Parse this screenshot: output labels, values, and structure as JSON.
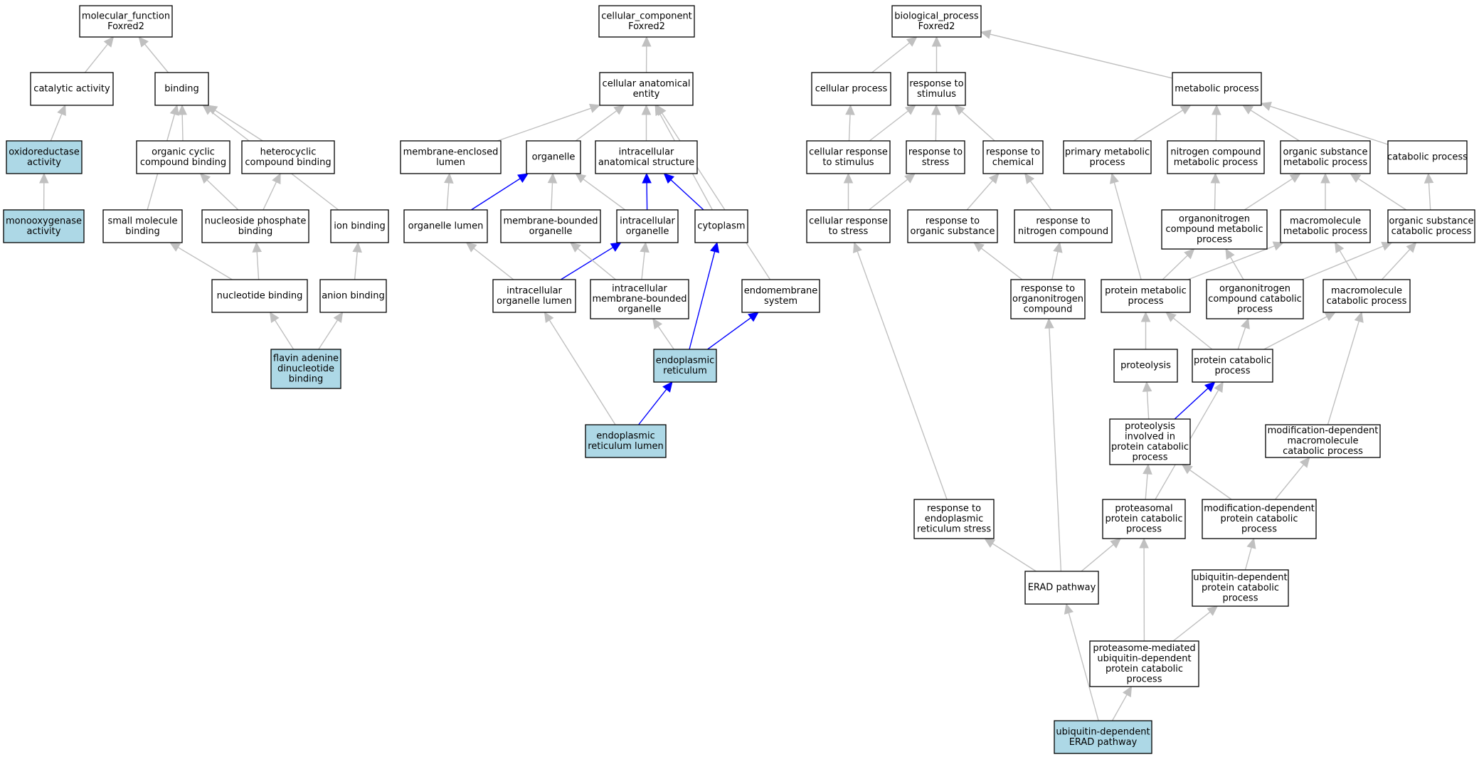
{
  "colors": {
    "highlight_fill": "#add8e6",
    "plain_fill": "#ffffff",
    "edge_gray": "#c0c0c0",
    "edge_blue": "#0000ff",
    "border": "#000000"
  },
  "nodes": [
    {
      "id": "mf_root",
      "lines": [
        "molecular_function",
        "Foxred2"
      ],
      "highlight": false
    },
    {
      "id": "catalytic",
      "lines": [
        "catalytic activity"
      ],
      "highlight": false
    },
    {
      "id": "binding",
      "lines": [
        "binding"
      ],
      "highlight": false
    },
    {
      "id": "oxidoreductase",
      "lines": [
        "oxidoreductase",
        "activity"
      ],
      "highlight": true
    },
    {
      "id": "monooxygenase",
      "lines": [
        "monooxygenase",
        "activity"
      ],
      "highlight": true
    },
    {
      "id": "org_cyclic",
      "lines": [
        "organic cyclic",
        "compound binding"
      ],
      "highlight": false
    },
    {
      "id": "heterocyclic",
      "lines": [
        "heterocyclic",
        "compound binding"
      ],
      "highlight": false
    },
    {
      "id": "small_mol",
      "lines": [
        "small molecule",
        "binding"
      ],
      "highlight": false
    },
    {
      "id": "nucleoside_ph",
      "lines": [
        "nucleoside phosphate",
        "binding"
      ],
      "highlight": false
    },
    {
      "id": "ion_binding",
      "lines": [
        "ion binding"
      ],
      "highlight": false
    },
    {
      "id": "nucleotide",
      "lines": [
        "nucleotide binding"
      ],
      "highlight": false
    },
    {
      "id": "anion",
      "lines": [
        "anion binding"
      ],
      "highlight": false
    },
    {
      "id": "fad",
      "lines": [
        "flavin adenine",
        "dinucleotide",
        "binding"
      ],
      "highlight": true
    },
    {
      "id": "cc_root",
      "lines": [
        "cellular_component",
        "Foxred2"
      ],
      "highlight": false
    },
    {
      "id": "cae",
      "lines": [
        "cellular anatomical",
        "entity"
      ],
      "highlight": false
    },
    {
      "id": "mem_lumen",
      "lines": [
        "membrane-enclosed",
        "lumen"
      ],
      "highlight": false
    },
    {
      "id": "organelle",
      "lines": [
        "organelle"
      ],
      "highlight": false
    },
    {
      "id": "ias",
      "lines": [
        "intracellular",
        "anatomical structure"
      ],
      "highlight": false
    },
    {
      "id": "org_lumen",
      "lines": [
        "organelle lumen"
      ],
      "highlight": false
    },
    {
      "id": "mbo",
      "lines": [
        "membrane-bounded",
        "organelle"
      ],
      "highlight": false
    },
    {
      "id": "intra_org",
      "lines": [
        "intracellular",
        "organelle"
      ],
      "highlight": false
    },
    {
      "id": "cytoplasm",
      "lines": [
        "cytoplasm"
      ],
      "highlight": false
    },
    {
      "id": "iol",
      "lines": [
        "intracellular",
        "organelle lumen"
      ],
      "highlight": false
    },
    {
      "id": "imbo",
      "lines": [
        "intracellular",
        "membrane-bounded",
        "organelle"
      ],
      "highlight": false
    },
    {
      "id": "endomem",
      "lines": [
        "endomembrane",
        "system"
      ],
      "highlight": false
    },
    {
      "id": "er",
      "lines": [
        "endoplasmic",
        "reticulum"
      ],
      "highlight": true
    },
    {
      "id": "er_lumen",
      "lines": [
        "endoplasmic",
        "reticulum lumen"
      ],
      "highlight": true
    },
    {
      "id": "bp_root",
      "lines": [
        "biological_process",
        "Foxred2"
      ],
      "highlight": false
    },
    {
      "id": "cell_proc",
      "lines": [
        "cellular process"
      ],
      "highlight": false
    },
    {
      "id": "resp_stim",
      "lines": [
        "response to",
        "stimulus"
      ],
      "highlight": false
    },
    {
      "id": "metab",
      "lines": [
        "metabolic process"
      ],
      "highlight": false
    },
    {
      "id": "cell_resp_stim",
      "lines": [
        "cellular response",
        "to stimulus"
      ],
      "highlight": false
    },
    {
      "id": "resp_stress",
      "lines": [
        "response to",
        "stress"
      ],
      "highlight": false
    },
    {
      "id": "resp_chem",
      "lines": [
        "response to",
        "chemical"
      ],
      "highlight": false
    },
    {
      "id": "prim_metab",
      "lines": [
        "primary metabolic",
        "process"
      ],
      "highlight": false
    },
    {
      "id": "nitro_metab",
      "lines": [
        "nitrogen compound",
        "metabolic process"
      ],
      "highlight": false
    },
    {
      "id": "org_sub_metab",
      "lines": [
        "organic substance",
        "metabolic process"
      ],
      "highlight": false
    },
    {
      "id": "catab",
      "lines": [
        "catabolic process"
      ],
      "highlight": false
    },
    {
      "id": "cell_resp_stress",
      "lines": [
        "cellular response",
        "to stress"
      ],
      "highlight": false
    },
    {
      "id": "resp_org_sub",
      "lines": [
        "response to",
        "organic substance"
      ],
      "highlight": false
    },
    {
      "id": "resp_nitro",
      "lines": [
        "response to",
        "nitrogen compound"
      ],
      "highlight": false
    },
    {
      "id": "orgnitro_metab",
      "lines": [
        "organonitrogen",
        "compound metabolic",
        "process"
      ],
      "highlight": false
    },
    {
      "id": "macro_metab",
      "lines": [
        "macromolecule",
        "metabolic process"
      ],
      "highlight": false
    },
    {
      "id": "org_sub_catab",
      "lines": [
        "organic substance",
        "catabolic process"
      ],
      "highlight": false
    },
    {
      "id": "resp_orgnitro",
      "lines": [
        "response to",
        "organonitrogen",
        "compound"
      ],
      "highlight": false
    },
    {
      "id": "prot_metab",
      "lines": [
        "protein metabolic",
        "process"
      ],
      "highlight": false
    },
    {
      "id": "orgnitro_catab",
      "lines": [
        "organonitrogen",
        "compound catabolic",
        "process"
      ],
      "highlight": false
    },
    {
      "id": "macro_catab",
      "lines": [
        "macromolecule",
        "catabolic process"
      ],
      "highlight": false
    },
    {
      "id": "proteolysis",
      "lines": [
        "proteolysis"
      ],
      "highlight": false
    },
    {
      "id": "prot_catab",
      "lines": [
        "protein catabolic",
        "process"
      ],
      "highlight": false
    },
    {
      "id": "prot_inv_catab",
      "lines": [
        "proteolysis",
        "involved in",
        "protein catabolic",
        "process"
      ],
      "highlight": false
    },
    {
      "id": "mod_dep_macro",
      "lines": [
        "modification-dependent",
        "macromolecule",
        "catabolic process"
      ],
      "highlight": false
    },
    {
      "id": "resp_er_stress",
      "lines": [
        "response to",
        "endoplasmic",
        "reticulum stress"
      ],
      "highlight": false
    },
    {
      "id": "proteasomal",
      "lines": [
        "proteasomal",
        "protein catabolic",
        "process"
      ],
      "highlight": false
    },
    {
      "id": "mod_dep_prot",
      "lines": [
        "modification-dependent",
        "protein catabolic",
        "process"
      ],
      "highlight": false
    },
    {
      "id": "erad",
      "lines": [
        "ERAD pathway"
      ],
      "highlight": false
    },
    {
      "id": "ubq_dep_prot",
      "lines": [
        "ubiquitin-dependent",
        "protein catabolic",
        "process"
      ],
      "highlight": false
    },
    {
      "id": "prot_med",
      "lines": [
        "proteasome-mediated",
        "ubiquitin-dependent",
        "protein catabolic",
        "process"
      ],
      "highlight": false
    },
    {
      "id": "ubq_erad",
      "lines": [
        "ubiquitin-dependent",
        "ERAD pathway"
      ],
      "highlight": true
    }
  ],
  "edges": [
    {
      "from": "catalytic",
      "to": "mf_root",
      "color": "gray"
    },
    {
      "from": "binding",
      "to": "mf_root",
      "color": "gray"
    },
    {
      "from": "oxidoreductase",
      "to": "catalytic",
      "color": "gray"
    },
    {
      "from": "monooxygenase",
      "to": "oxidoreductase",
      "color": "gray"
    },
    {
      "from": "org_cyclic",
      "to": "binding",
      "color": "gray"
    },
    {
      "from": "heterocyclic",
      "to": "binding",
      "color": "gray"
    },
    {
      "from": "small_mol",
      "to": "binding",
      "color": "gray"
    },
    {
      "from": "ion_binding",
      "to": "binding",
      "color": "gray"
    },
    {
      "from": "nucleoside_ph",
      "to": "org_cyclic",
      "color": "gray"
    },
    {
      "from": "nucleoside_ph",
      "to": "heterocyclic",
      "color": "gray"
    },
    {
      "from": "nucleotide",
      "to": "small_mol",
      "color": "gray"
    },
    {
      "from": "nucleotide",
      "to": "nucleoside_ph",
      "color": "gray"
    },
    {
      "from": "anion",
      "to": "ion_binding",
      "color": "gray"
    },
    {
      "from": "fad",
      "to": "nucleotide",
      "color": "gray"
    },
    {
      "from": "fad",
      "to": "anion",
      "color": "gray"
    },
    {
      "from": "cae",
      "to": "cc_root",
      "color": "gray"
    },
    {
      "from": "mem_lumen",
      "to": "cae",
      "color": "gray"
    },
    {
      "from": "organelle",
      "to": "cae",
      "color": "gray"
    },
    {
      "from": "ias",
      "to": "cae",
      "color": "gray"
    },
    {
      "from": "cytoplasm",
      "to": "cae",
      "color": "gray"
    },
    {
      "from": "endomem",
      "to": "cae",
      "color": "gray"
    },
    {
      "from": "org_lumen",
      "to": "mem_lumen",
      "color": "gray"
    },
    {
      "from": "org_lumen",
      "to": "organelle",
      "color": "blue"
    },
    {
      "from": "mbo",
      "to": "organelle",
      "color": "gray"
    },
    {
      "from": "intra_org",
      "to": "organelle",
      "color": "gray"
    },
    {
      "from": "intra_org",
      "to": "ias",
      "color": "blue"
    },
    {
      "from": "cytoplasm",
      "to": "ias",
      "color": "blue"
    },
    {
      "from": "iol",
      "to": "org_lumen",
      "color": "gray"
    },
    {
      "from": "iol",
      "to": "intra_org",
      "color": "blue"
    },
    {
      "from": "imbo",
      "to": "mbo",
      "color": "gray"
    },
    {
      "from": "imbo",
      "to": "intra_org",
      "color": "gray"
    },
    {
      "from": "er",
      "to": "imbo",
      "color": "gray"
    },
    {
      "from": "er",
      "to": "cytoplasm",
      "color": "blue"
    },
    {
      "from": "er",
      "to": "endomem",
      "color": "blue"
    },
    {
      "from": "er_lumen",
      "to": "iol",
      "color": "gray"
    },
    {
      "from": "er_lumen",
      "to": "er",
      "color": "blue"
    },
    {
      "from": "cell_proc",
      "to": "bp_root",
      "color": "gray"
    },
    {
      "from": "resp_stim",
      "to": "bp_root",
      "color": "gray"
    },
    {
      "from": "metab",
      "to": "bp_root",
      "color": "gray"
    },
    {
      "from": "cell_resp_stim",
      "to": "cell_proc",
      "color": "gray"
    },
    {
      "from": "cell_resp_stim",
      "to": "resp_stim",
      "color": "gray"
    },
    {
      "from": "resp_stress",
      "to": "resp_stim",
      "color": "gray"
    },
    {
      "from": "resp_chem",
      "to": "resp_stim",
      "color": "gray"
    },
    {
      "from": "prim_metab",
      "to": "metab",
      "color": "gray"
    },
    {
      "from": "nitro_metab",
      "to": "metab",
      "color": "gray"
    },
    {
      "from": "org_sub_metab",
      "to": "metab",
      "color": "gray"
    },
    {
      "from": "catab",
      "to": "metab",
      "color": "gray"
    },
    {
      "from": "cell_resp_stress",
      "to": "cell_resp_stim",
      "color": "gray"
    },
    {
      "from": "cell_resp_stress",
      "to": "resp_stress",
      "color": "gray"
    },
    {
      "from": "resp_org_sub",
      "to": "resp_chem",
      "color": "gray"
    },
    {
      "from": "resp_nitro",
      "to": "resp_chem",
      "color": "gray"
    },
    {
      "from": "orgnitro_metab",
      "to": "nitro_metab",
      "color": "gray"
    },
    {
      "from": "orgnitro_metab",
      "to": "org_sub_metab",
      "color": "gray"
    },
    {
      "from": "macro_metab",
      "to": "org_sub_metab",
      "color": "gray"
    },
    {
      "from": "org_sub_catab",
      "to": "org_sub_metab",
      "color": "gray"
    },
    {
      "from": "org_sub_catab",
      "to": "catab",
      "color": "gray"
    },
    {
      "from": "resp_orgnitro",
      "to": "resp_org_sub",
      "color": "gray"
    },
    {
      "from": "resp_orgnitro",
      "to": "resp_nitro",
      "color": "gray"
    },
    {
      "from": "prot_metab",
      "to": "prim_metab",
      "color": "gray"
    },
    {
      "from": "prot_metab",
      "to": "orgnitro_metab",
      "color": "gray"
    },
    {
      "from": "prot_metab",
      "to": "macro_metab",
      "color": "gray"
    },
    {
      "from": "orgnitro_catab",
      "to": "orgnitro_metab",
      "color": "gray"
    },
    {
      "from": "orgnitro_catab",
      "to": "org_sub_catab",
      "color": "gray"
    },
    {
      "from": "macro_catab",
      "to": "macro_metab",
      "color": "gray"
    },
    {
      "from": "macro_catab",
      "to": "org_sub_catab",
      "color": "gray"
    },
    {
      "from": "proteolysis",
      "to": "prot_metab",
      "color": "gray"
    },
    {
      "from": "prot_catab",
      "to": "prot_metab",
      "color": "gray"
    },
    {
      "from": "prot_catab",
      "to": "orgnitro_catab",
      "color": "gray"
    },
    {
      "from": "prot_catab",
      "to": "macro_catab",
      "color": "gray"
    },
    {
      "from": "prot_inv_catab",
      "to": "proteolysis",
      "color": "gray"
    },
    {
      "from": "prot_inv_catab",
      "to": "prot_catab",
      "color": "blue"
    },
    {
      "from": "mod_dep_macro",
      "to": "macro_catab",
      "color": "gray"
    },
    {
      "from": "resp_er_stress",
      "to": "cell_resp_stress",
      "color": "gray"
    },
    {
      "from": "proteasomal",
      "to": "prot_inv_catab",
      "color": "gray"
    },
    {
      "from": "proteasomal",
      "to": "prot_catab",
      "color": "gray"
    },
    {
      "from": "mod_dep_prot",
      "to": "prot_inv_catab",
      "color": "gray"
    },
    {
      "from": "mod_dep_prot",
      "to": "mod_dep_macro",
      "color": "gray"
    },
    {
      "from": "erad",
      "to": "resp_er_stress",
      "color": "gray"
    },
    {
      "from": "erad",
      "to": "proteasomal",
      "color": "gray"
    },
    {
      "from": "erad",
      "to": "resp_orgnitro",
      "color": "gray"
    },
    {
      "from": "ubq_dep_prot",
      "to": "mod_dep_prot",
      "color": "gray"
    },
    {
      "from": "prot_med",
      "to": "proteasomal",
      "color": "gray"
    },
    {
      "from": "prot_med",
      "to": "ubq_dep_prot",
      "color": "gray"
    },
    {
      "from": "ubq_erad",
      "to": "erad",
      "color": "gray"
    },
    {
      "from": "ubq_erad",
      "to": "prot_med",
      "color": "gray"
    }
  ]
}
